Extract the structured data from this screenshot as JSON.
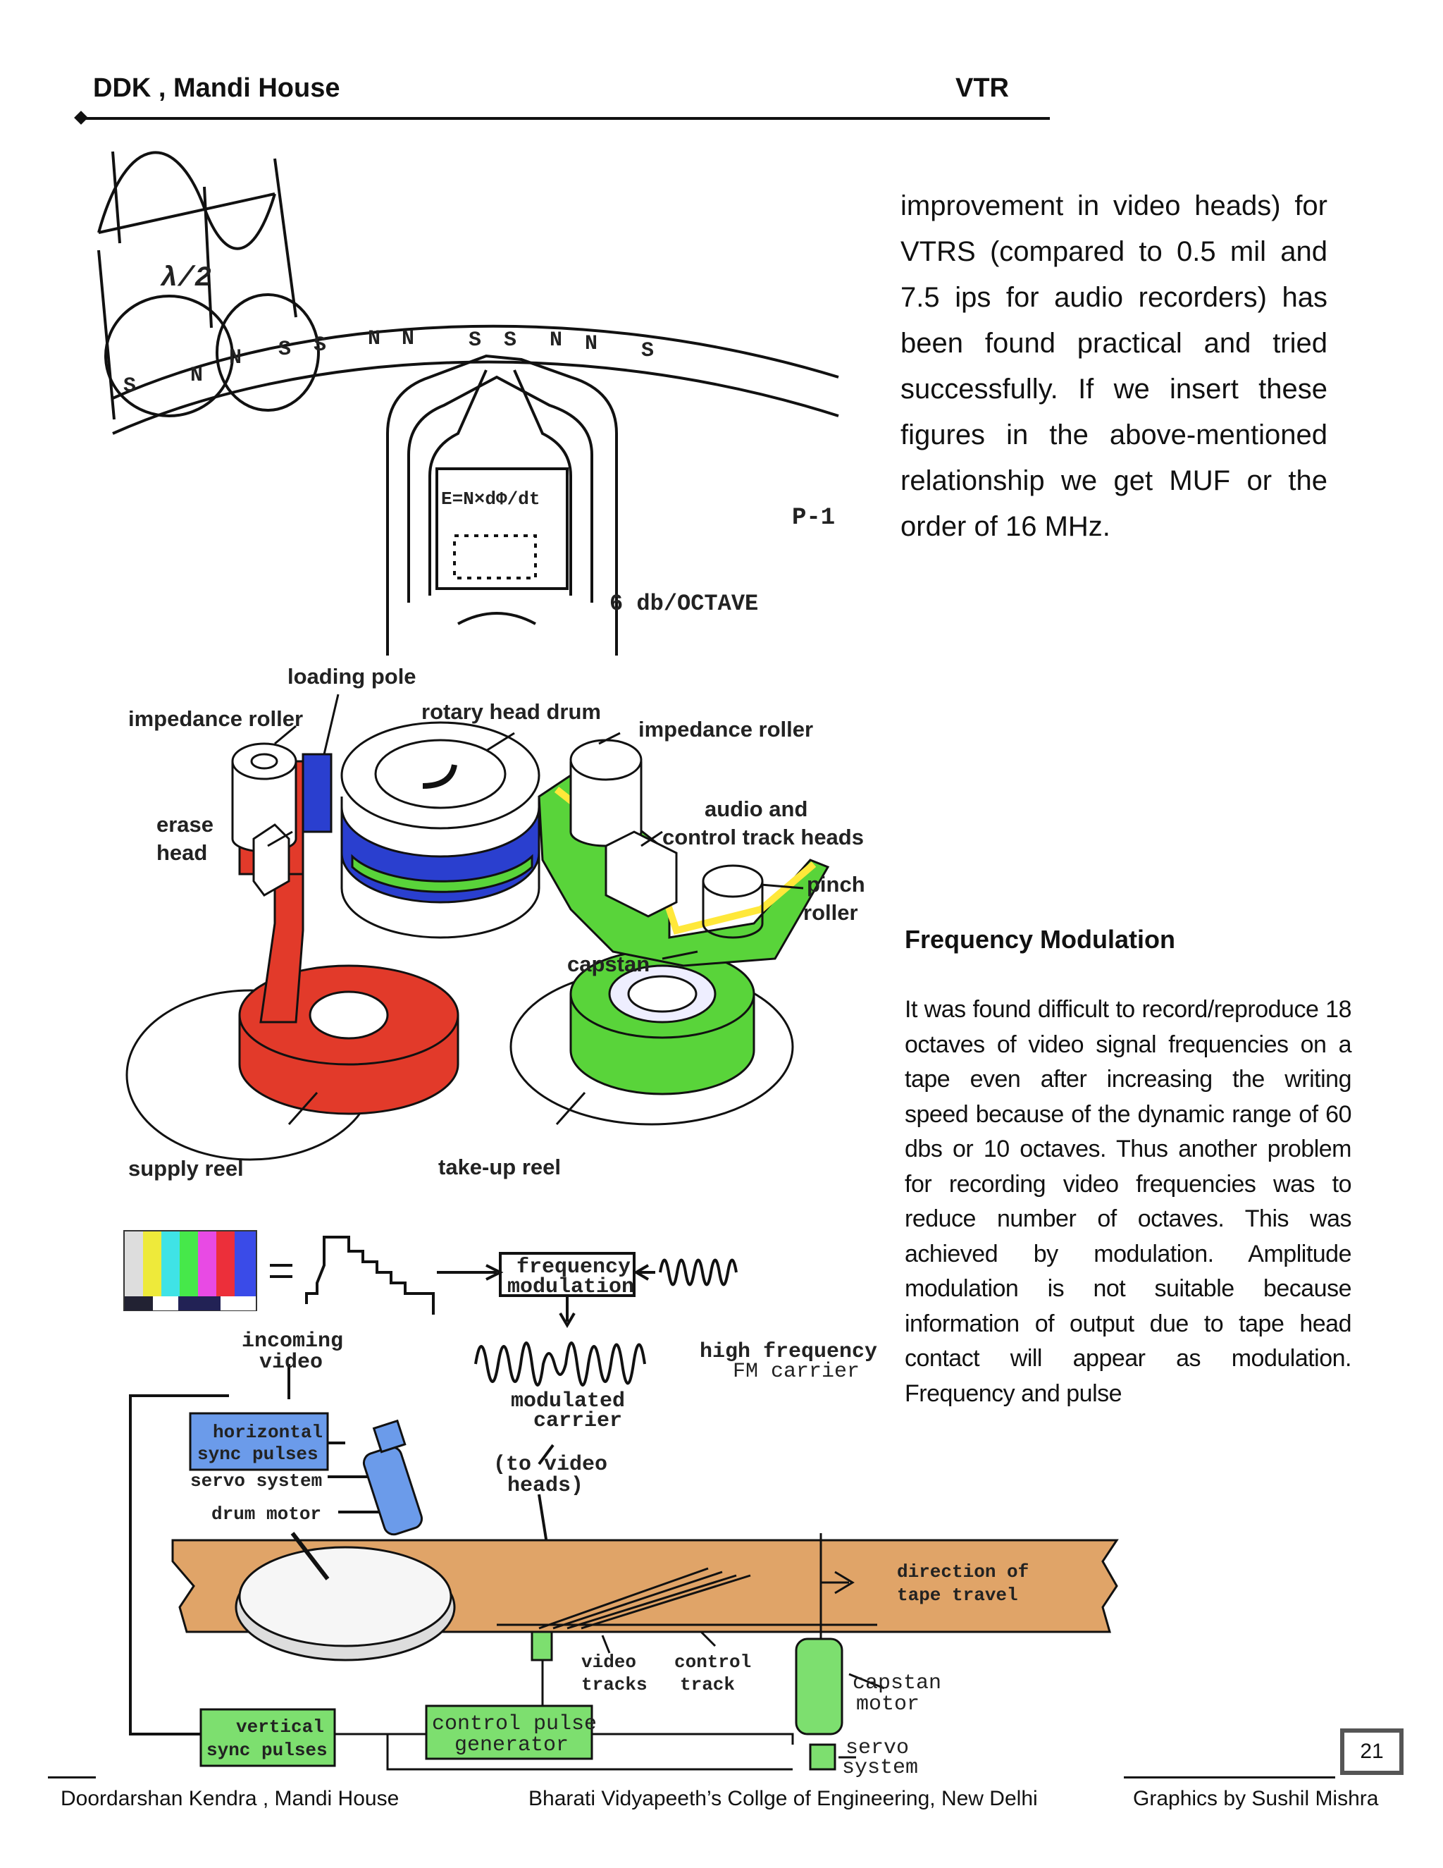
{
  "header": {
    "left": "DDK , Mandi House",
    "right": "VTR"
  },
  "paragraph_1": "improvement in video heads) for VTRS (compared to 0.5 mil and 7.5 ips for audio recorders) has been found practical and tried successfully.  If we insert these figures in the above-mentioned relationship we get MUF or the order of 16 MHz.",
  "section_title": "Frequency Modulation",
  "paragraph_2": "It was found difficult to record/reproduce 18 octaves of video signal frequencies on a tape even after increasing the writing speed because of the dynamic range of 60 dbs or 10 octaves. Thus another problem for recording video frequencies was to reduce number of octaves. This was achieved by modulation. Amplitude modulation is not suitable because information of output due to tape head contact will appear as modulation. Frequency and pulse",
  "figure1": {
    "lambda": "λ/2",
    "poles": [
      "S",
      "N",
      "N",
      "S",
      "S",
      "N",
      "N",
      "S",
      "S",
      "N",
      "N",
      "S"
    ],
    "formula": "E=N×dΦ/dt",
    "ref": "P-1",
    "slope": "6 db/OCTAVE"
  },
  "figure2": {
    "loading_pole": "loading pole",
    "impedance_roller_left": "impedance roller",
    "rotary_head_drum": "rotary head drum",
    "impedance_roller_right": "impedance roller",
    "erase_head_1": "erase",
    "erase_head_2": "head",
    "audio_heads_1": "audio and",
    "audio_heads_2": "control track heads",
    "pinch_1": "pinch",
    "pinch_2": "roller",
    "capstan": "capstan",
    "supply_reel": "supply reel",
    "takeup_reel": "take-up reel"
  },
  "figure3": {
    "incoming_1": "incoming",
    "incoming_2": "video",
    "fm_box_1": "frequency",
    "fm_box_2": "modulation",
    "hf_1": "high frequency",
    "hf_2": "FM carrier",
    "mod_1": "modulated",
    "mod_2": "carrier",
    "mod_3": "(to video",
    "mod_4": "heads)",
    "hsync_1": "horizontal",
    "hsync_2": "sync pulses",
    "servo": "servo system",
    "drum_motor": "drum motor",
    "direction_1": "direction of",
    "direction_2": "tape travel",
    "video_tracks_1": "video",
    "video_tracks_2": "tracks",
    "control_track_1": "control",
    "control_track_2": "track",
    "capstan_motor_1": "capstan",
    "capstan_motor_2": "motor",
    "vsync_1": "vertical",
    "vsync_2": "sync pulses",
    "cpg_1": "control pulse",
    "cpg_2": "generator",
    "servo2_1": "servo",
    "servo2_2": "system"
  },
  "colors": {
    "tape_orange": "#e0a468",
    "box_blue": "#6b9bea",
    "box_green": "#7ddf6f",
    "reel_red": "#e23a2a",
    "tape_green": "#59d43a",
    "drum_blue": "#2a3fcf"
  },
  "page_number": "21",
  "footer": {
    "left": "Doordarshan Kendra , Mandi House",
    "center": "Bharati Vidyapeeth’s Collge of Engineering, New Delhi",
    "right": "Graphics by Sushil Mishra"
  }
}
